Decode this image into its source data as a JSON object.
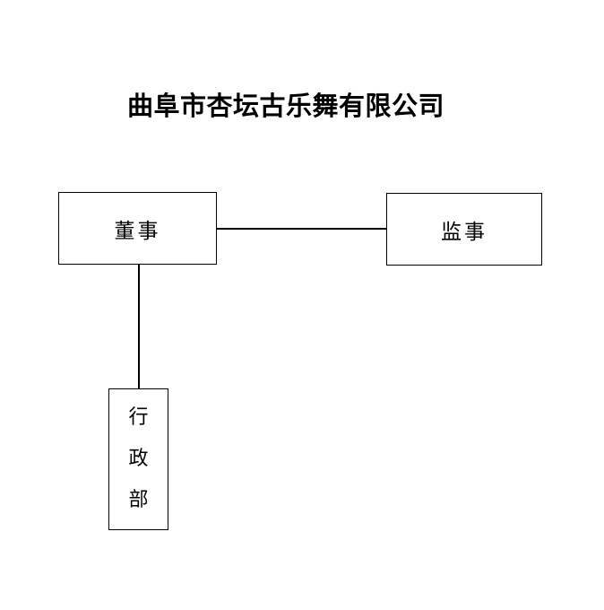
{
  "document": {
    "title": "曲阜市杏坛古乐舞有限公司",
    "background_color": "#ffffff",
    "line_color": "#000000",
    "text_color": "#000000"
  },
  "org_chart": {
    "nodes": [
      {
        "id": "director",
        "label": "董事",
        "orientation": "horizontal"
      },
      {
        "id": "supervisor",
        "label": "监事",
        "orientation": "horizontal"
      },
      {
        "id": "admin",
        "label": "行政部",
        "orientation": "vertical",
        "characters": [
          "行",
          "政",
          "部"
        ]
      }
    ]
  }
}
